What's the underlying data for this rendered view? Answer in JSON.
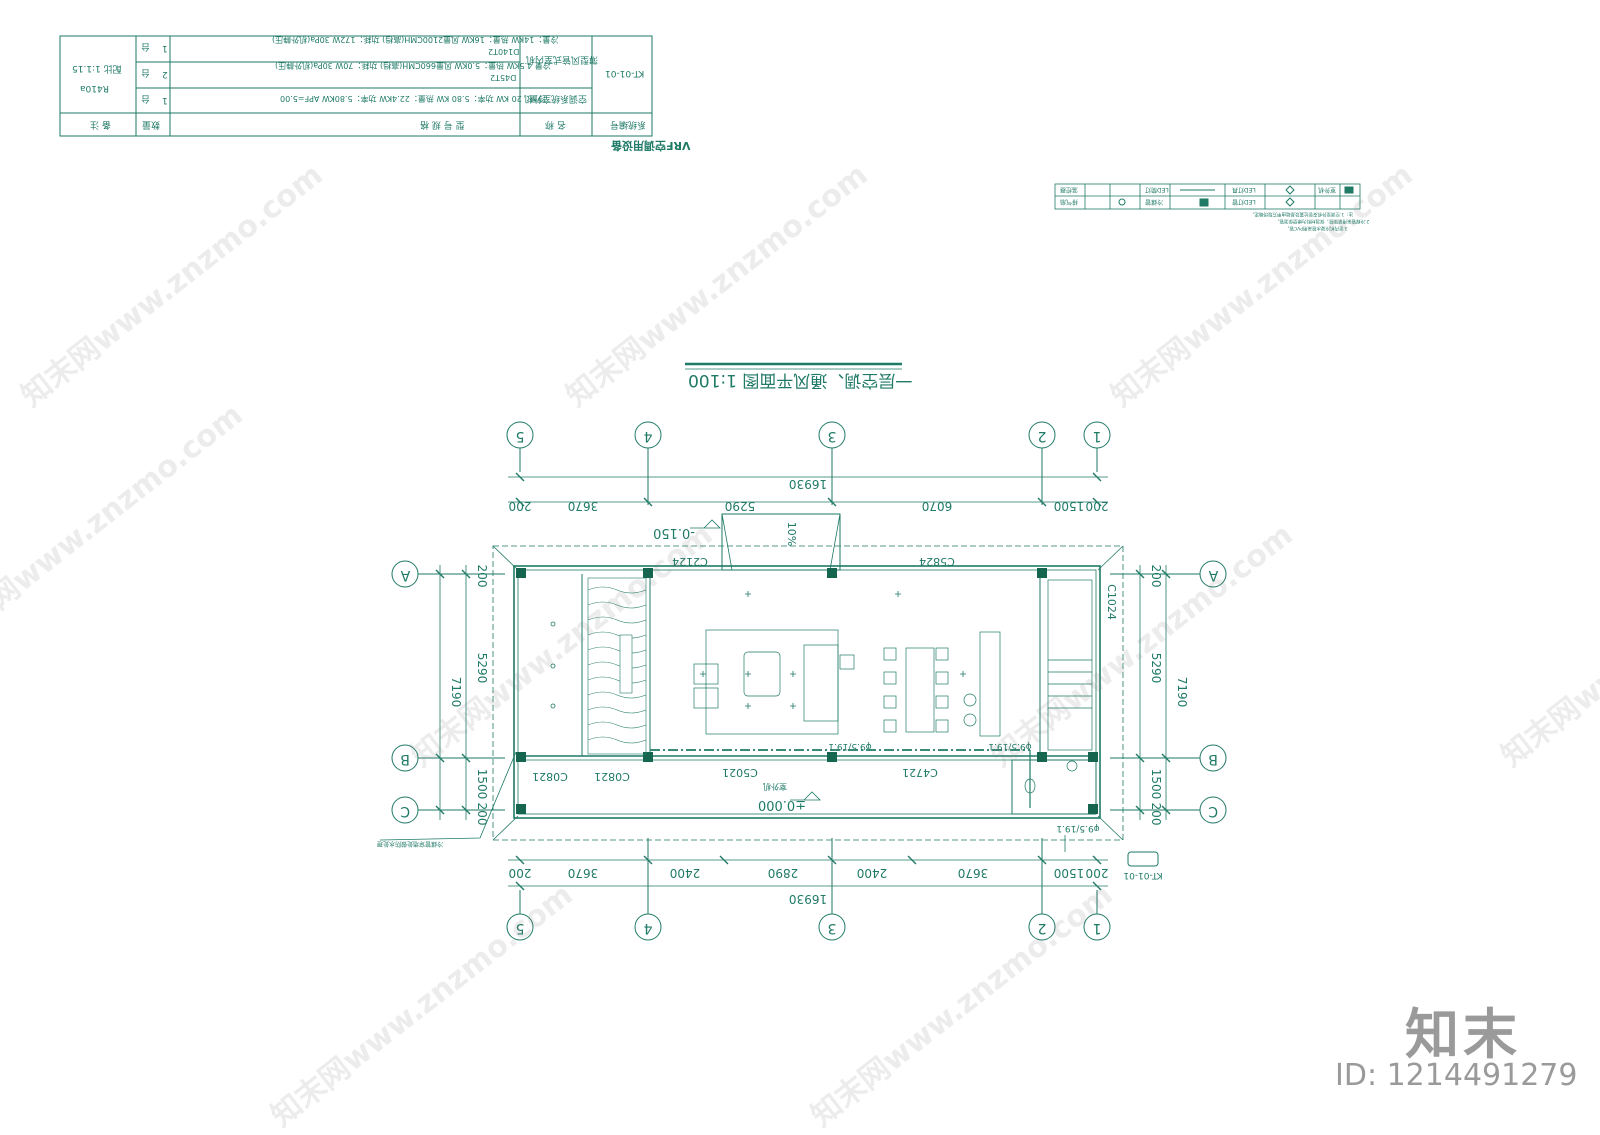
{
  "equipment_table": {
    "caption": "VRF空调用设备",
    "headers": {
      "system_no": "系统编号",
      "name": "名 称",
      "model": "型  号  规  格",
      "qty": "数量",
      "remark": "备 注"
    },
    "system_code": "KT-01-01",
    "remark_lines": [
      "R410a",
      "配比 1:1.15"
    ],
    "rows": [
      {
        "name": "空调系统室外机",
        "model_lines": [
          "冷量：20 KW    功率：5.80 KW  热量：22.4KW  功率：5.80KW  APF=5.00"
        ],
        "qty": "1",
        "unit": "台"
      },
      {
        "name": "薄型风管式室内机",
        "model_lines": [
          "冷量 4.5KW  热量：5.0KW  风量660CMH(高档)  功耗：70W  30Pa(机外静压)",
          "D45T2"
        ],
        "qty": "2",
        "unit": "台"
      },
      {
        "name": "",
        "model_lines": [
          "冷量：14KW  热量：16KW  风量2100CMH(高档)  功耗：172W  30Pa(机外静压)",
          "D140T2"
        ],
        "qty": "1",
        "unit": "台"
      }
    ]
  },
  "legend": {
    "items": [
      {
        "symbol": "fan-coil",
        "label": "室外机"
      },
      {
        "symbol": "diffuser-square",
        "label": "LED灯管"
      },
      {
        "symbol": "diffuser-round",
        "label": "LED灯具"
      },
      {
        "symbol": "pipe-line",
        "label": "冷媒管"
      },
      {
        "symbol": "return-grille",
        "label": "LED筒灯"
      },
      {
        "symbol": "exhaust",
        "label": "排气扇"
      },
      {
        "symbol": "wall-panel",
        "label": "温控器"
      },
      {
        "symbol": "dashed",
        "label": "空调控制线"
      }
    ],
    "notes": [
      "注：1.空调室外机安装位置及基础由甲方现场确定。",
      "2.冷媒管采用紫铜管，保温材料为橡塑保温管。",
      "3.室内机冷凝水管采用PVC管。"
    ]
  },
  "plan": {
    "title": "一层空调、通风平面图 1:100",
    "axes_columns": [
      "5",
      "4",
      "3",
      "2",
      "1"
    ],
    "axes_rows": [
      "A",
      "B",
      "C"
    ],
    "dims_top": [
      "200",
      "3670",
      "5290",
      "6070",
      "1500",
      "200"
    ],
    "dims_top_total": "16930",
    "dims_bottom": [
      "200",
      "3670",
      "2400",
      "2890",
      "2400",
      "3670",
      "1500",
      "200"
    ],
    "dims_bottom_total": "16930",
    "dims_left": [
      "200",
      "5290",
      "1500",
      "200"
    ],
    "dims_left_total": "7190",
    "dims_right": [
      "200",
      "5290",
      "1500",
      "200"
    ],
    "dims_right_total": "7190",
    "window_labels": [
      "C2124",
      "C5824",
      "C1024",
      "C0821",
      "C0821",
      "C5021",
      "C4721"
    ],
    "level_outer": "-0.150",
    "level_inner": "±0.000",
    "slope": "10%",
    "pipe_labels": [
      "φ9.5/19.1",
      "φ9.5/19.1",
      "φ9.5/19.1"
    ],
    "room_note": "室外机",
    "outdoor_unit_label": "KT-01-01",
    "left_note": "冷媒管穿墙处做防水处理"
  },
  "watermark": {
    "text": "知末网www.znzmo.com",
    "brand": "知末",
    "id_label": "ID: 1214491279"
  },
  "colors": {
    "line": "#1f7a66",
    "fill": "#16664f",
    "wall": "#1f7a66"
  }
}
